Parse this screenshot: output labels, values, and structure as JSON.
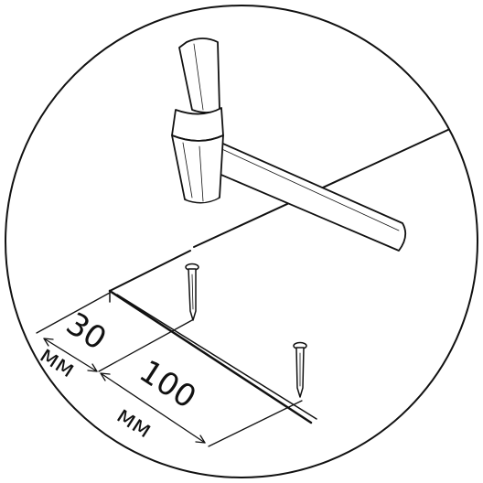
{
  "labels": {
    "dim_short_value": "30",
    "dim_short_unit": "мм",
    "dim_long_value": "100",
    "dim_long_unit": "мм"
  },
  "icons": {
    "tool": "hammer-icon",
    "fastener": "nail-icon"
  },
  "colors": {
    "line": "#111111",
    "background": "#ffffff"
  }
}
